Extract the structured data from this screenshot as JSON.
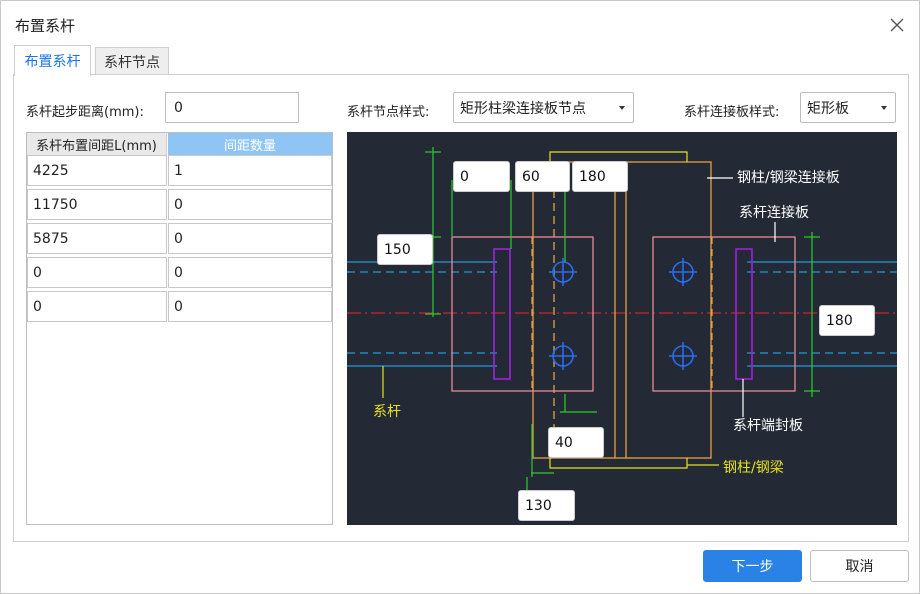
{
  "dialog": {
    "title": "布置系杆"
  },
  "tabs": [
    {
      "label": "布置系杆"
    },
    {
      "label": "系杆节点"
    }
  ],
  "form": {
    "start_distance_label": "系杆起步距离(mm):",
    "start_distance_value": "0",
    "node_style_label": "系杆节点样式:",
    "node_style_value": "矩形柱梁连接板节点",
    "plate_style_label": "系杆连接板样式:",
    "plate_style_value": "矩形板"
  },
  "spacing_table": {
    "headers": [
      "系杆布置间距L(mm)",
      "间距数量"
    ],
    "rows": [
      [
        "4225",
        "1"
      ],
      [
        "11750",
        "0"
      ],
      [
        "5875",
        "0"
      ],
      [
        "0",
        "0"
      ],
      [
        "0",
        "0"
      ]
    ]
  },
  "diagram": {
    "dims": {
      "d0": "0",
      "d60": "60",
      "d180_top": "180",
      "d150": "150",
      "d180_right": "180",
      "d40": "40",
      "d130": "130"
    },
    "labels": {
      "column_beam_plate": "钢柱/钢梁连接板",
      "tie_plate": "系杆连接板",
      "tie_rod": "系杆",
      "end_plate": "系杆端封板",
      "column_beam": "钢柱/钢梁"
    },
    "colors": {
      "background": "#232a35",
      "tie_rod": "#1f9bdc",
      "plate": "#e88a9a",
      "column": "#e8a040",
      "dimension": "#2ccc2c",
      "end_plate": "#a020e0",
      "axis": "#d0202a",
      "bolt": "#2a6cf0",
      "leader_yellow": "#e6e020"
    }
  },
  "buttons": {
    "next": "下一步",
    "cancel": "取消"
  },
  "icons": {
    "close": "close-icon",
    "dropdown": "chevron-down-icon"
  }
}
